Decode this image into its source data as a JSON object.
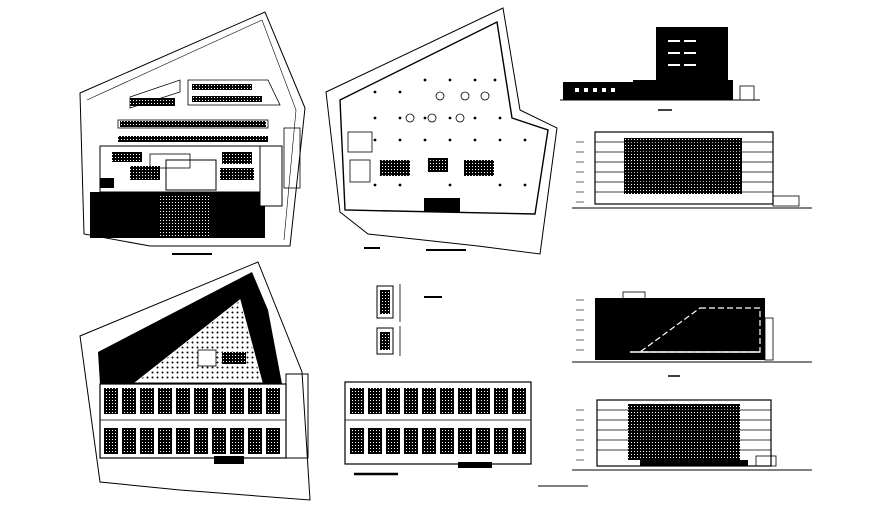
{
  "sheet": {
    "kind": "architectural drawing set",
    "line_color": "#000000",
    "background_color": "#ffffff",
    "hatch_color": "#000000"
  },
  "drawings": [
    {
      "id": "site-plan-parking",
      "kind": "floor plan"
    },
    {
      "id": "ground-floor-column-grid",
      "kind": "floor plan"
    },
    {
      "id": "typical-hotel-floor-plan",
      "kind": "floor plan"
    },
    {
      "id": "upper-hotel-floor-plan",
      "kind": "floor plan"
    },
    {
      "id": "room-details",
      "kind": "detail"
    },
    {
      "id": "front-elevation",
      "kind": "elevation"
    },
    {
      "id": "side-elevation",
      "kind": "elevation"
    },
    {
      "id": "section",
      "kind": "section"
    },
    {
      "id": "rear-elevation",
      "kind": "elevation"
    }
  ]
}
